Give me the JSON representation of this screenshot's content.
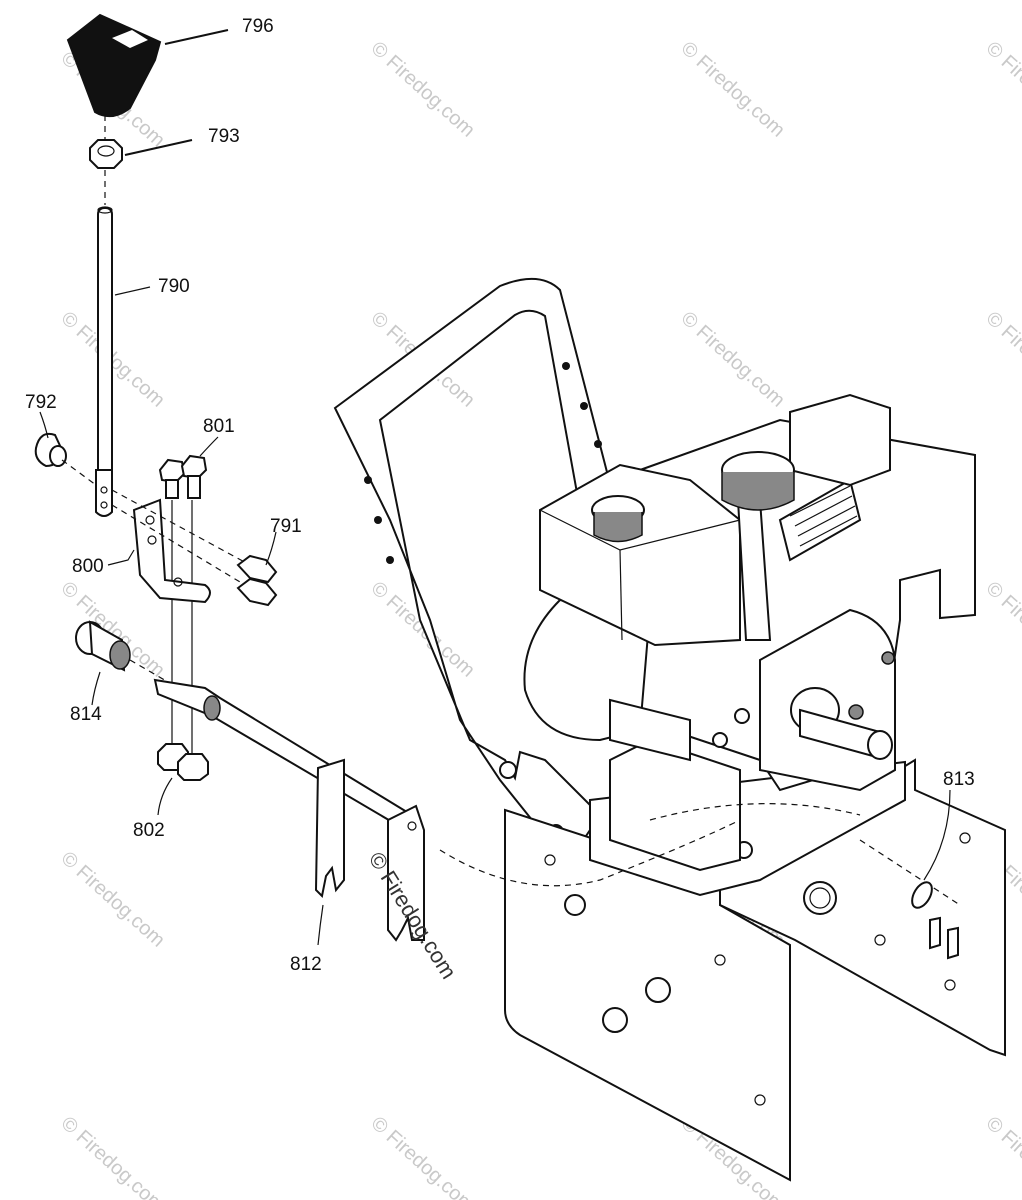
{
  "diagram": {
    "labels": {
      "p796": "796",
      "p793": "793",
      "p790": "790",
      "p792": "792",
      "p801": "801",
      "p791": "791",
      "p800": "800",
      "p814": "814",
      "p802": "802",
      "p812": "812",
      "p813": "813"
    },
    "watermark": "© Firedog.com"
  }
}
